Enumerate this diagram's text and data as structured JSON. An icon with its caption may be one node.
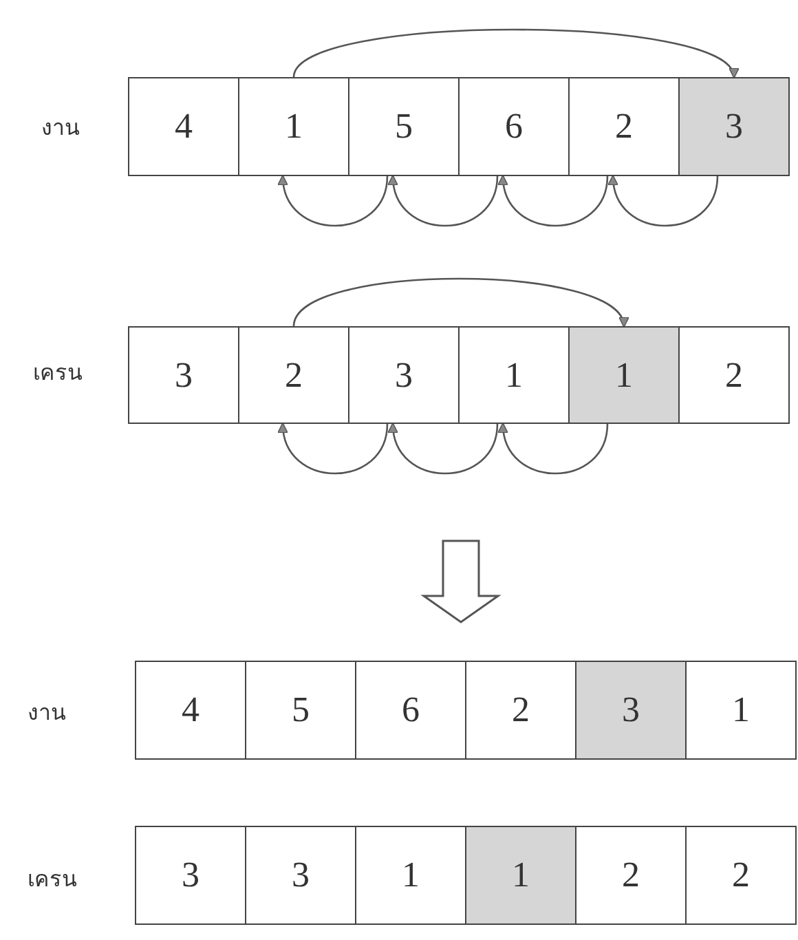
{
  "diagram": {
    "nodes": [
      {
        "text": [
          "4"
        ]
      },
      {
        "text": [
          "1"
        ]
      },
      {
        "text": [
          "5"
        ]
      },
      {
        "text": [
          "6"
        ]
      },
      {
        "text": [
          "2"
        ]
      },
      {
        "text": [
          "3"
        ]
      },
      {
        "text": [
          "3"
        ]
      },
      {
        "text": [
          "2"
        ]
      },
      {
        "text": [
          "3"
        ]
      },
      {
        "text": [
          "1"
        ]
      },
      {
        "text": [
          "1"
        ]
      },
      {
        "text": [
          "2"
        ]
      },
      {
        "text": [
          "4"
        ]
      },
      {
        "text": [
          "5"
        ]
      },
      {
        "text": [
          "6"
        ]
      },
      {
        "text": [
          "2"
        ]
      },
      {
        "text": [
          "3"
        ]
      },
      {
        "text": [
          "1"
        ]
      },
      {
        "text": [
          "3"
        ]
      },
      {
        "text": [
          "3"
        ]
      },
      {
        "text": [
          "1"
        ]
      },
      {
        "text": [
          "1"
        ]
      },
      {
        "text": [
          "2"
        ]
      },
      {
        "text": [
          "2"
        ]
      }
    ],
    "edges": [
      {
        "from": 1,
        "to": 5,
        "arrow": "to"
      },
      {
        "from": 5,
        "to": 4,
        "arrow": "to"
      },
      {
        "from": 4,
        "to": 3,
        "arrow": "to"
      },
      {
        "from": 3,
        "to": 2,
        "arrow": "to"
      },
      {
        "from": 2,
        "to": 1,
        "arrow": "to"
      },
      {
        "from": 7,
        "to": 10,
        "arrow": "to"
      },
      {
        "from": 10,
        "to": 9,
        "arrow": "to"
      },
      {
        "from": 9,
        "to": 8,
        "arrow": "to"
      },
      {
        "from": 8,
        "to": 7,
        "arrow": "to"
      }
    ],
    "labels": [
      "งาน",
      "เครน",
      "งาน",
      "เครน"
    ]
  }
}
